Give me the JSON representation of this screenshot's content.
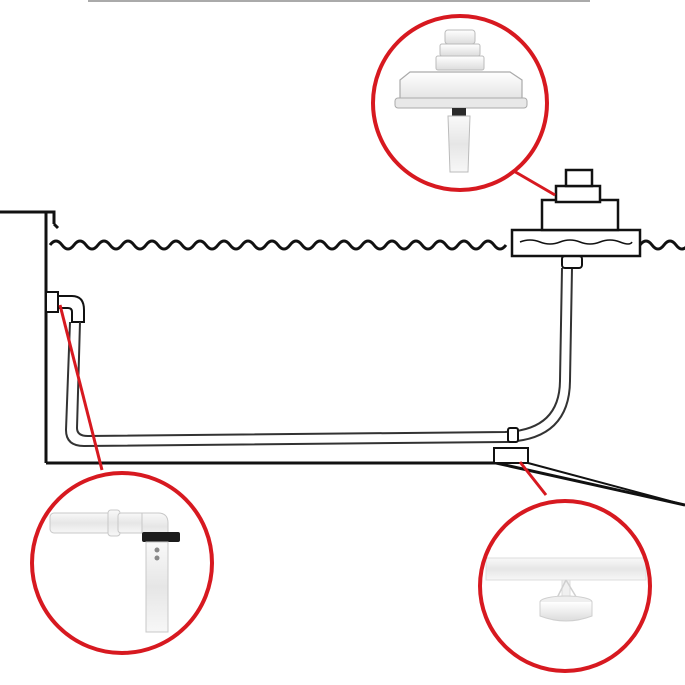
{
  "diagram": {
    "type": "pool-plumbing-schematic",
    "callouts": [
      {
        "name": "floating-skimmer",
        "icon": "floating-skimmer-icon"
      },
      {
        "name": "wall-inlet-fitting",
        "icon": "wall-fitting-icon"
      },
      {
        "name": "floor-weight",
        "icon": "weight-icon"
      }
    ],
    "colors": {
      "outline": "#111111",
      "callout_ring": "#d71920",
      "product_white": "#f2f2f2",
      "product_shade": "#d9d9d9"
    }
  }
}
